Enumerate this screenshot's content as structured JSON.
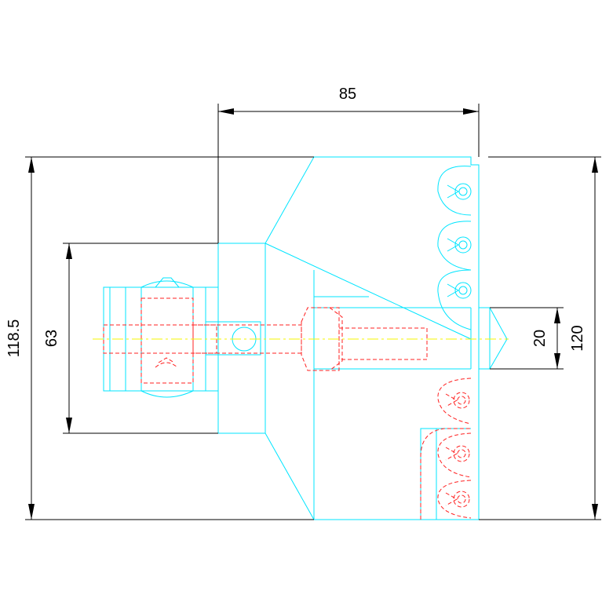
{
  "colors": {
    "outline": "#00e5ff",
    "hidden": "#ff2020",
    "centerline": "#f5f500",
    "dimension": "#000000",
    "background": "#ffffff"
  },
  "dimensions": {
    "top_width": "85",
    "overall_height": "118.5",
    "inner_height": "63",
    "nozzle_height": "20",
    "right_height": "120"
  }
}
